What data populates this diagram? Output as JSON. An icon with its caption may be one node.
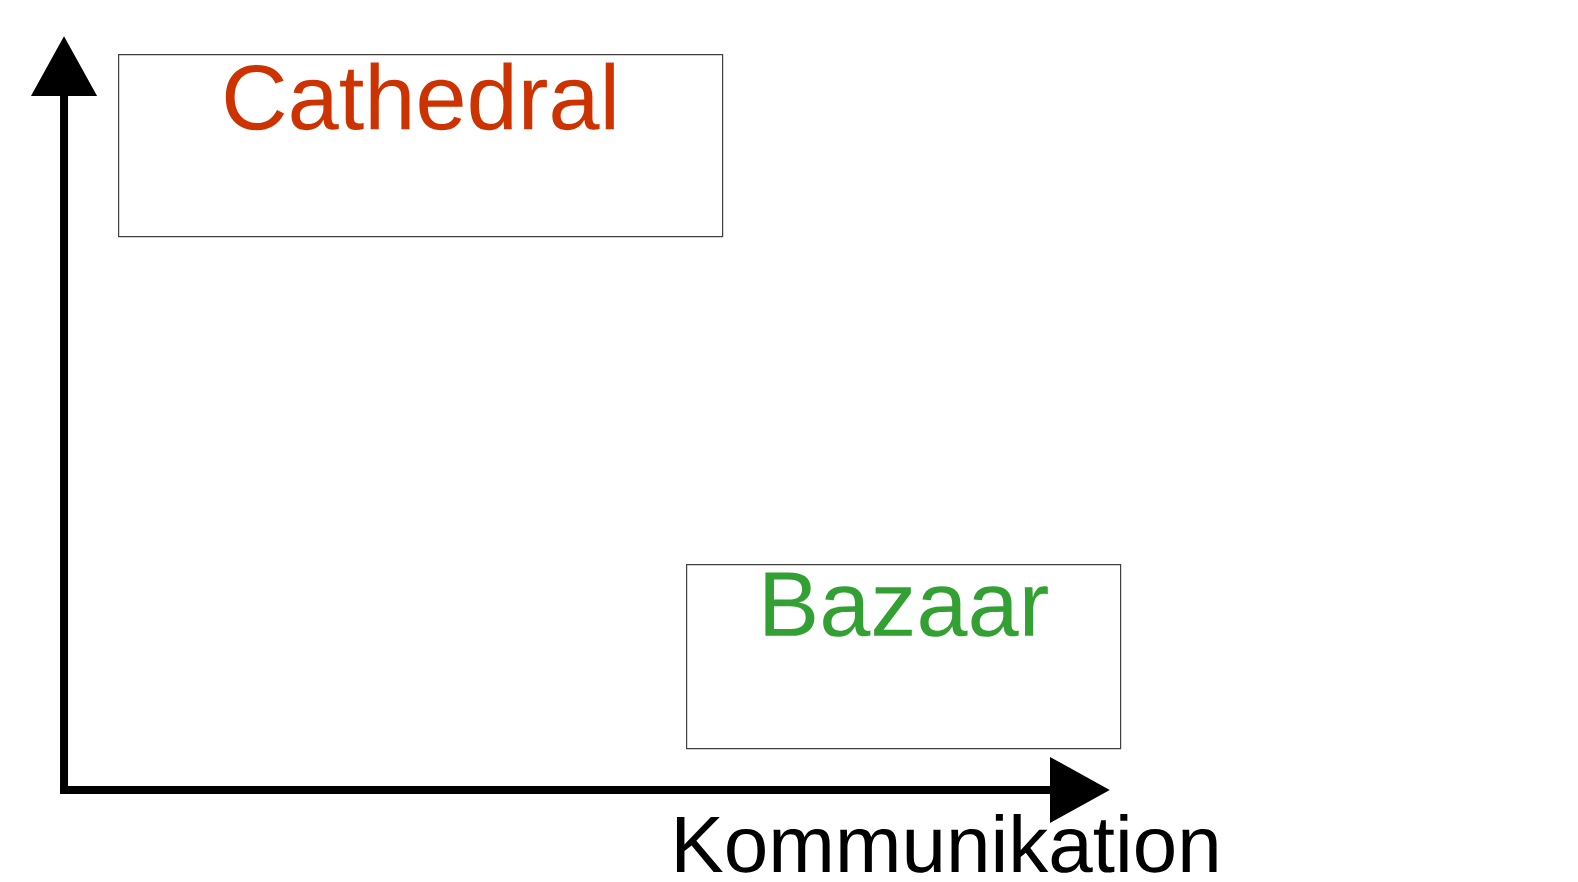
{
  "diagram": {
    "nodes": [
      {
        "text": [
          "Cathedral"
        ]
      },
      {
        "text": [
          "Bazaar"
        ]
      }
    ],
    "labels": [
      "Kommunikation"
    ]
  }
}
